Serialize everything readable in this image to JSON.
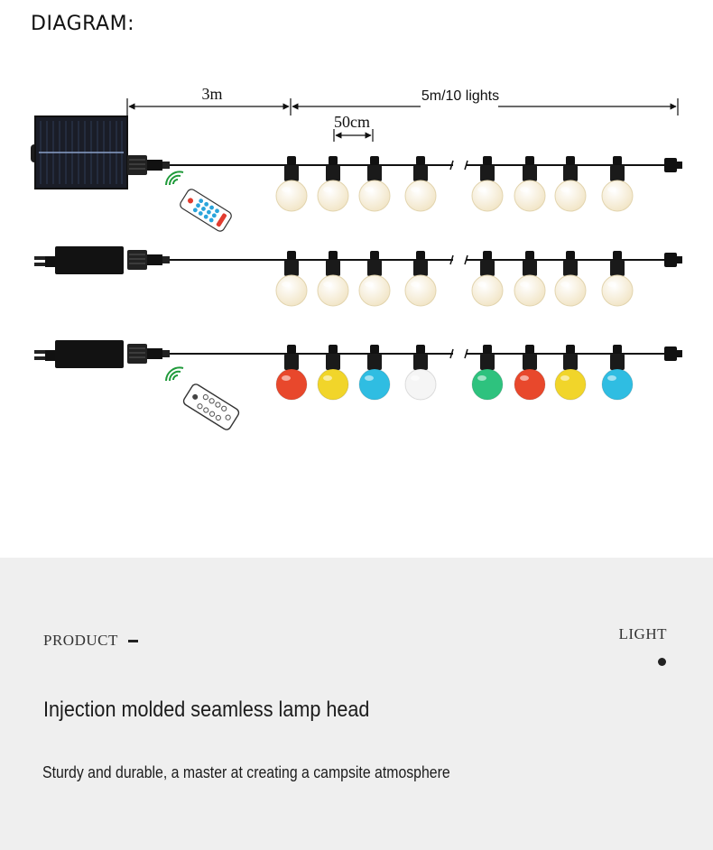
{
  "diagram": {
    "heading": "DIAGRAM:",
    "dimensions": {
      "lead_cable": "3m",
      "string_length": "5m/10 lights",
      "bulb_spacing": "50cm"
    },
    "rows": [
      {
        "power": "solar panel",
        "remote": true,
        "bulb_colors": [
          "#f4ead0",
          "#f4ead0",
          "#f4ead0",
          "#f4ead0",
          "#f4ead0",
          "#f4ead0",
          "#f4ead0",
          "#f4ead0"
        ]
      },
      {
        "power": "plug adapter",
        "remote": false,
        "bulb_colors": [
          "#f2e6c2",
          "#f2e6c2",
          "#f2e6c2",
          "#f2e6c2",
          "#f2e6c2",
          "#f2e6c2",
          "#f2e6c2",
          "#f2e6c2"
        ]
      },
      {
        "power": "plug adapter",
        "remote": true,
        "bulb_colors": [
          "#e8482c",
          "#f1d52a",
          "#2fbde2",
          "#f5f5f5",
          "#2ec27e",
          "#e8482c",
          "#f1d52a",
          "#2fbde2"
        ]
      }
    ]
  },
  "feature": {
    "label_left": "PRODUCT",
    "label_right": "LIGHT",
    "headline": "Injection molded seamless lamp head",
    "description": "Sturdy and durable, a master at creating a campsite atmosphere"
  }
}
